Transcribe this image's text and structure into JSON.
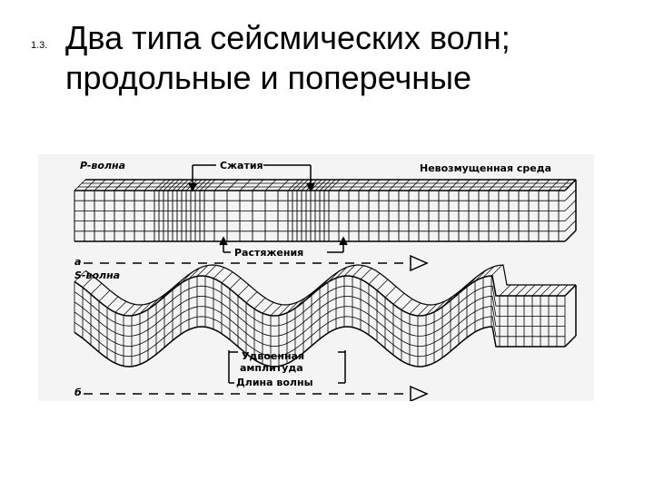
{
  "slide": {
    "number": "1.3.",
    "title_line1": "Два типа сейсмических волн;",
    "title_line2": "продольные и поперечные"
  },
  "figure": {
    "p_wave_label": "P-волна",
    "compression_label": "Сжатия",
    "undisturbed_label": "Невозмущенная среда",
    "rarefaction_label": "Растяжения",
    "panel_a_letter": "а",
    "s_wave_label": "S-волна",
    "double_amplitude_line1": "Удвоенная",
    "double_amplitude_line2": "амплитуда",
    "wavelength_label": "Длина волны",
    "panel_b_letter": "б"
  }
}
